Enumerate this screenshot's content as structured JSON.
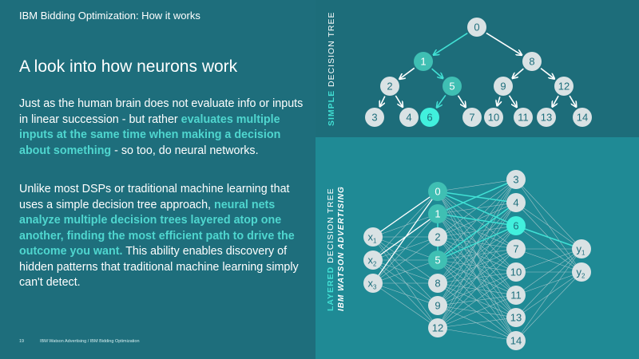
{
  "page": {
    "title": "IBM Bidding Optimization: How it works",
    "heading": "A look into how neurons work",
    "para1": {
      "before": "Just as the human brain does not evaluate info or inputs in linear succession - but rather ",
      "highlight": "evaluates multiple inputs at the same time when making a decision about something",
      "after": " - so too, do neural networks."
    },
    "para2": {
      "before": "Unlike most DSPs or traditional machine learning that uses a simple decision tree approach, ",
      "highlight": "neural nets analyze multiple decision trees layered atop one another, finding the most efficient path to drive the outcome you want.",
      "after": " This ability enables discovery of hidden patterns that traditional machine learning simply can't detect."
    },
    "footer": {
      "page_number": "19",
      "text": "IBM Watson Advertising / IBM Bidding Optimization"
    }
  },
  "simple_tree": {
    "label_bold": "SIMPLE",
    "label_rest": " DECISION TREE",
    "nodes": [
      {
        "id": "0",
        "highlight": false
      },
      {
        "id": "1",
        "highlight": true
      },
      {
        "id": "8",
        "highlight": false
      },
      {
        "id": "2",
        "highlight": false
      },
      {
        "id": "5",
        "highlight": true
      },
      {
        "id": "9",
        "highlight": false
      },
      {
        "id": "12",
        "highlight": false
      },
      {
        "id": "3",
        "highlight": false
      },
      {
        "id": "4",
        "highlight": false
      },
      {
        "id": "6",
        "highlight": "bright"
      },
      {
        "id": "7",
        "highlight": false
      },
      {
        "id": "10",
        "highlight": false
      },
      {
        "id": "11",
        "highlight": false
      },
      {
        "id": "13",
        "highlight": false
      },
      {
        "id": "14",
        "highlight": false
      }
    ]
  },
  "layered_tree": {
    "label_bold": "LAYERED",
    "label_rest": " DECISION TREE",
    "label_sub": "IBM WATSON ADVERTISING",
    "inputs": [
      {
        "base": "x",
        "sub": "1"
      },
      {
        "base": "x",
        "sub": "2"
      },
      {
        "base": "x",
        "sub": "3"
      }
    ],
    "layer1": [
      {
        "id": "0",
        "highlight": true
      },
      {
        "id": "1",
        "highlight": true
      },
      {
        "id": "2",
        "highlight": false
      },
      {
        "id": "5",
        "highlight": true
      },
      {
        "id": "8",
        "highlight": false
      },
      {
        "id": "9",
        "highlight": false
      },
      {
        "id": "12",
        "highlight": false
      }
    ],
    "layer2": [
      {
        "id": "3",
        "highlight": false
      },
      {
        "id": "4",
        "highlight": false
      },
      {
        "id": "6",
        "highlight": "bright"
      },
      {
        "id": "7",
        "highlight": false
      },
      {
        "id": "10",
        "highlight": false
      },
      {
        "id": "11",
        "highlight": false
      },
      {
        "id": "13",
        "highlight": false
      },
      {
        "id": "14",
        "highlight": false
      }
    ],
    "outputs": [
      {
        "base": "y",
        "sub": "1"
      },
      {
        "base": "y",
        "sub": "2"
      }
    ]
  },
  "colors": {
    "node_gray": "#d9e2e4",
    "node_teal": "#3fbfb3",
    "node_bright": "#41f0dd",
    "highlight_text": "#4fd6cf",
    "label_teal": "#41e0d4"
  }
}
